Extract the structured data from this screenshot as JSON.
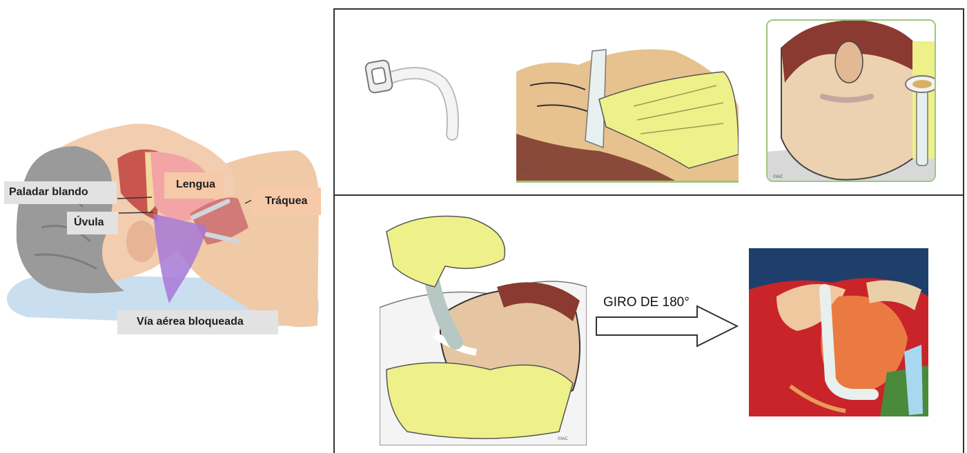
{
  "anatomy": {
    "labels": {
      "soft_palate": "Paladar blando",
      "uvula": "Úvula",
      "tongue": "Lengua",
      "trachea": "Tráquea",
      "blocked_airway": "Vía aérea bloqueada"
    }
  },
  "steps": {
    "rotation_label": "GIRO DE 180°",
    "copyright_mark": "©IAC"
  },
  "colors": {
    "glove": "#eef08a",
    "skin": "#e8c8a0",
    "hair": "#7a3a2a",
    "label_box": "#e2e2e2",
    "highlight_peach": "#f6c9a8",
    "airway_purple": "#a070d8"
  }
}
